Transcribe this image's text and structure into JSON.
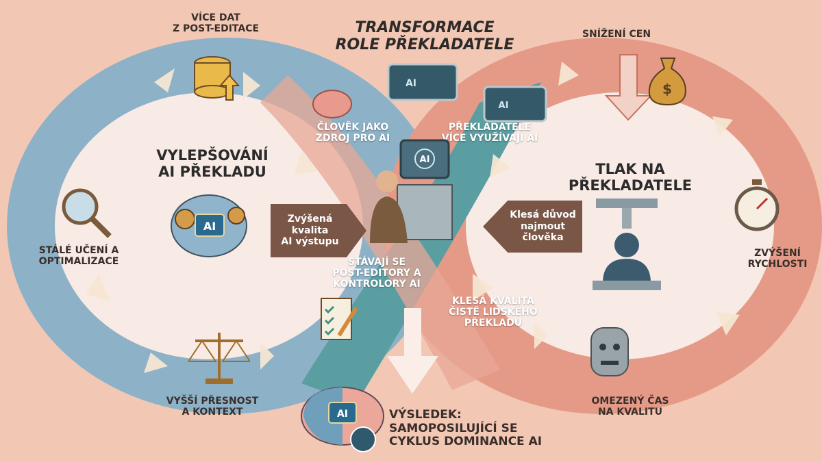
{
  "title": [
    "Transformace",
    "role překladatele"
  ],
  "left_loop": {
    "heading": [
      "Vylepšování",
      "AI překladu"
    ],
    "center_icon": "brain-gears-ai-icon",
    "steps": [
      {
        "label": [
          "Více dat",
          "z post-editace"
        ],
        "icon": "database-icon"
      },
      {
        "label": [
          "Stálé učení a",
          "optimalizace"
        ],
        "icon": "magnifier-gears-icon"
      },
      {
        "label": [
          "Vyšší přesnost",
          "a kontext"
        ],
        "icon": "scales-icon"
      }
    ]
  },
  "right_loop": {
    "heading": [
      "Tlak na",
      "překladatele"
    ],
    "center_icon": "press-person-icon",
    "steps": [
      {
        "label": [
          "Snížení cen"
        ],
        "icon": "money-bag-down-icon"
      },
      {
        "label": [
          "Zvýšení",
          "rychlosti"
        ],
        "icon": "stopwatch-icon"
      },
      {
        "label": [
          "Omezený čas",
          "na kvalitu"
        ],
        "icon": "robot-face-icon"
      }
    ]
  },
  "center": {
    "human_source": [
      "Člověk jako",
      "zdroj pro AI"
    ],
    "translators_use_ai": [
      "Překladatelé",
      "více využívají AI"
    ],
    "post_editors": [
      "Stávají se",
      "post-editory a",
      "kontrolory AI"
    ],
    "quality_drops": [
      "Klesá kvalita",
      "čistě lidského",
      "překladu"
    ],
    "arrow_left": [
      "Zvýšená",
      "kvalita",
      "AI výstupu"
    ],
    "arrow_right": [
      "Klesá důvod",
      "najmout",
      "člověka"
    ]
  },
  "result": {
    "label": [
      "Výsledek:",
      "samoposilující se",
      "cyklus dominance AI"
    ],
    "badge": "AI"
  },
  "ai_badge": "AI",
  "colors": {
    "background": "#f2c8b4",
    "blue_band": "#8db2c8",
    "red_band": "#e59a88",
    "teal": "#5b9ea2",
    "brown_arrow": "#7a5646"
  }
}
